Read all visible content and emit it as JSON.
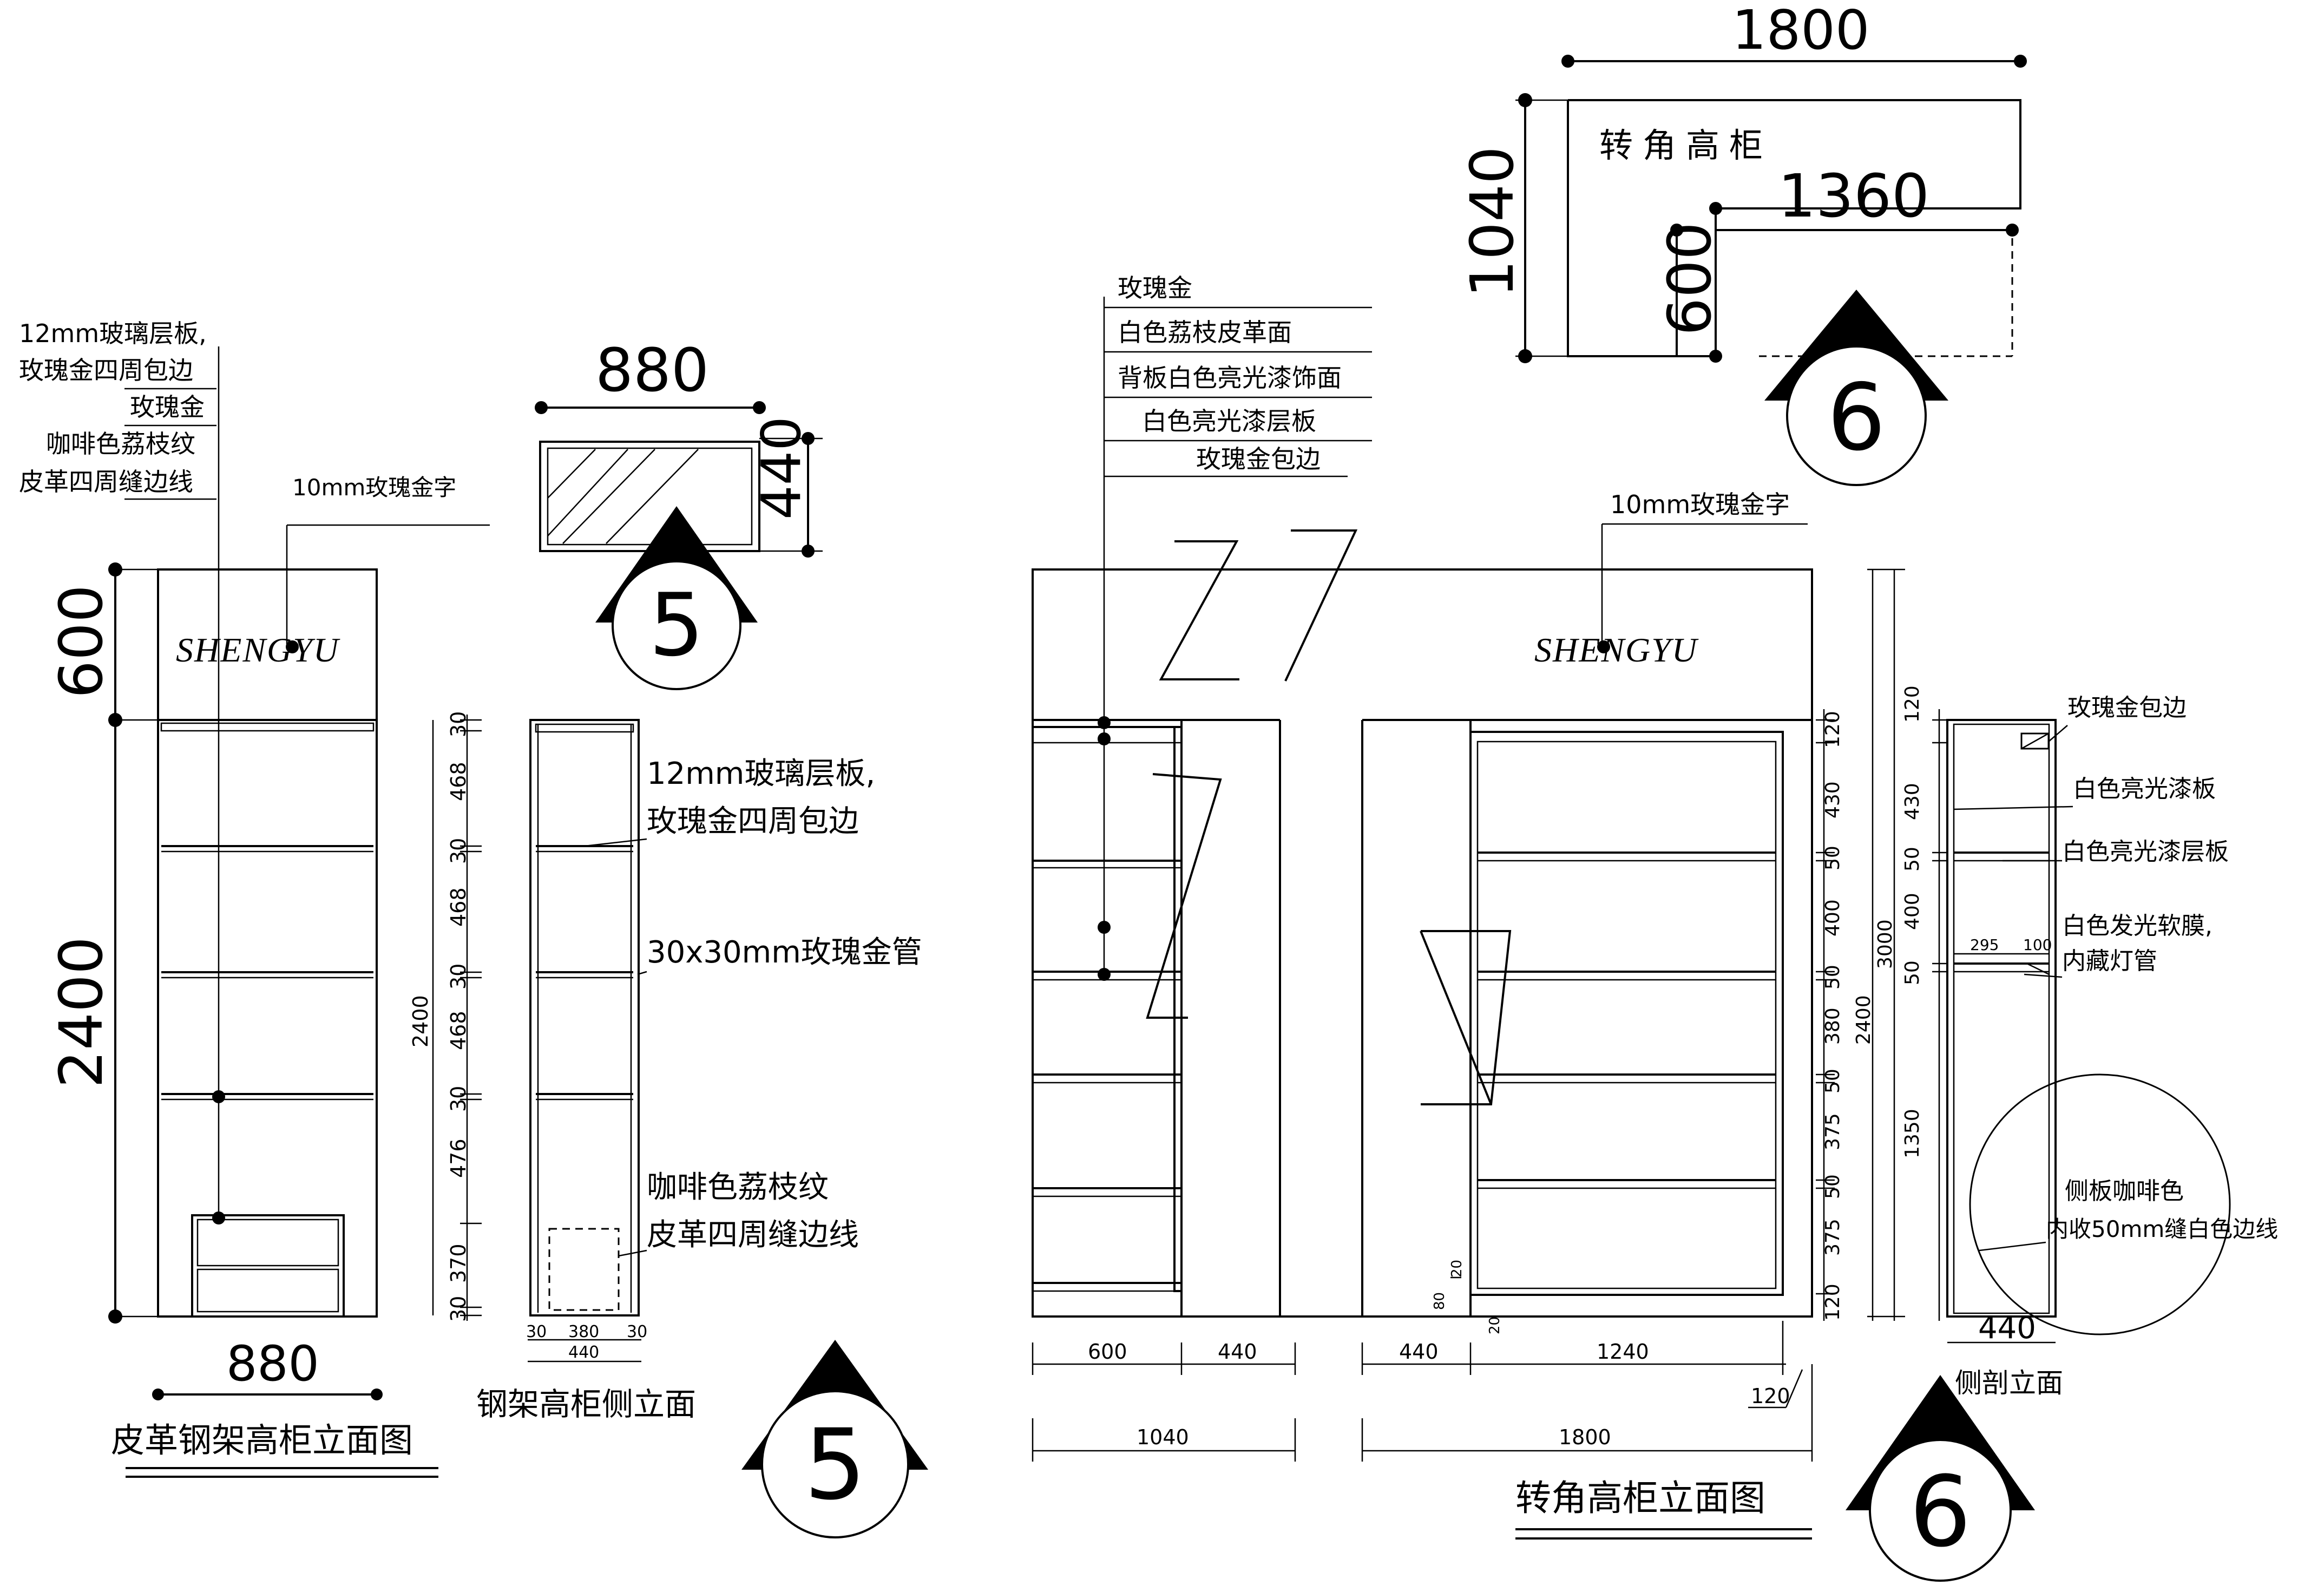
{
  "left_elevation": {
    "title": "皮革钢架高柜立面图",
    "notes": [
      "12mm玻璃层板,",
      "玫瑰金四周包边",
      "玫瑰金",
      "咖啡色荔枝纹",
      "皮革四周缝边线"
    ],
    "logo_note": "10mm玫瑰金字",
    "logo": "SHENGYU",
    "dim_top": "600",
    "dim_body": "2400",
    "dim_width": "880"
  },
  "plan_5": {
    "width": "880",
    "depth": "440",
    "marker": "5"
  },
  "side_elevation": {
    "title": "钢架高柜侧立面",
    "dims": [
      "30",
      "468",
      "30",
      "468",
      "30",
      "468",
      "30",
      "476",
      "370",
      "30"
    ],
    "total": "2400",
    "bottom_dims": [
      "30",
      "380",
      "30"
    ],
    "bottom_total": "440",
    "notes": [
      "12mm玻璃层板,",
      "玫瑰金四周包边",
      "30x30mm玫瑰金管",
      "咖啡色荔枝纹",
      "皮革四周缝边线"
    ],
    "marker": "5"
  },
  "corner_plan": {
    "dim_top": "1800",
    "dim_left": "1040",
    "dim_inner": "1360",
    "dim_inner_left": "600",
    "label": [
      "转",
      "角",
      "高",
      "柜"
    ],
    "marker": "6"
  },
  "corner_elevation": {
    "title": "转角高柜立面图",
    "notes": [
      "玫瑰金",
      "白色荔枝皮革面",
      "背板白色亮光漆饰面",
      "白色亮光漆层板",
      "玫瑰金包边"
    ],
    "logo_note": "10mm玫瑰金字",
    "logo": "SHENGYU",
    "bottom_dims_left": [
      "600",
      "440"
    ],
    "bottom_total_left": "1040",
    "bottom_dims_right": [
      "440",
      "1240"
    ],
    "bottom_total_right": "1800",
    "dim_120": "120",
    "small_dims": [
      "80",
      "20",
      "20"
    ],
    "right_dims": [
      "120",
      "430",
      "50",
      "400",
      "50",
      "380",
      "50",
      "375",
      "50",
      "375",
      "120"
    ],
    "right_total_inner": "2400",
    "right_total": "3000",
    "marker": "6"
  },
  "section": {
    "title": "侧剖立面",
    "notes": [
      "玫瑰金包边",
      "白色亮光漆板",
      "白色亮光漆层板",
      "白色发光软膜,",
      "内藏灯管",
      "侧板咖啡色",
      "内收50mm缝白色边线"
    ],
    "dims": [
      "120",
      "430",
      "50",
      "400",
      "50",
      "1350"
    ],
    "inner_dims": [
      "295",
      "100"
    ],
    "width": "440"
  }
}
